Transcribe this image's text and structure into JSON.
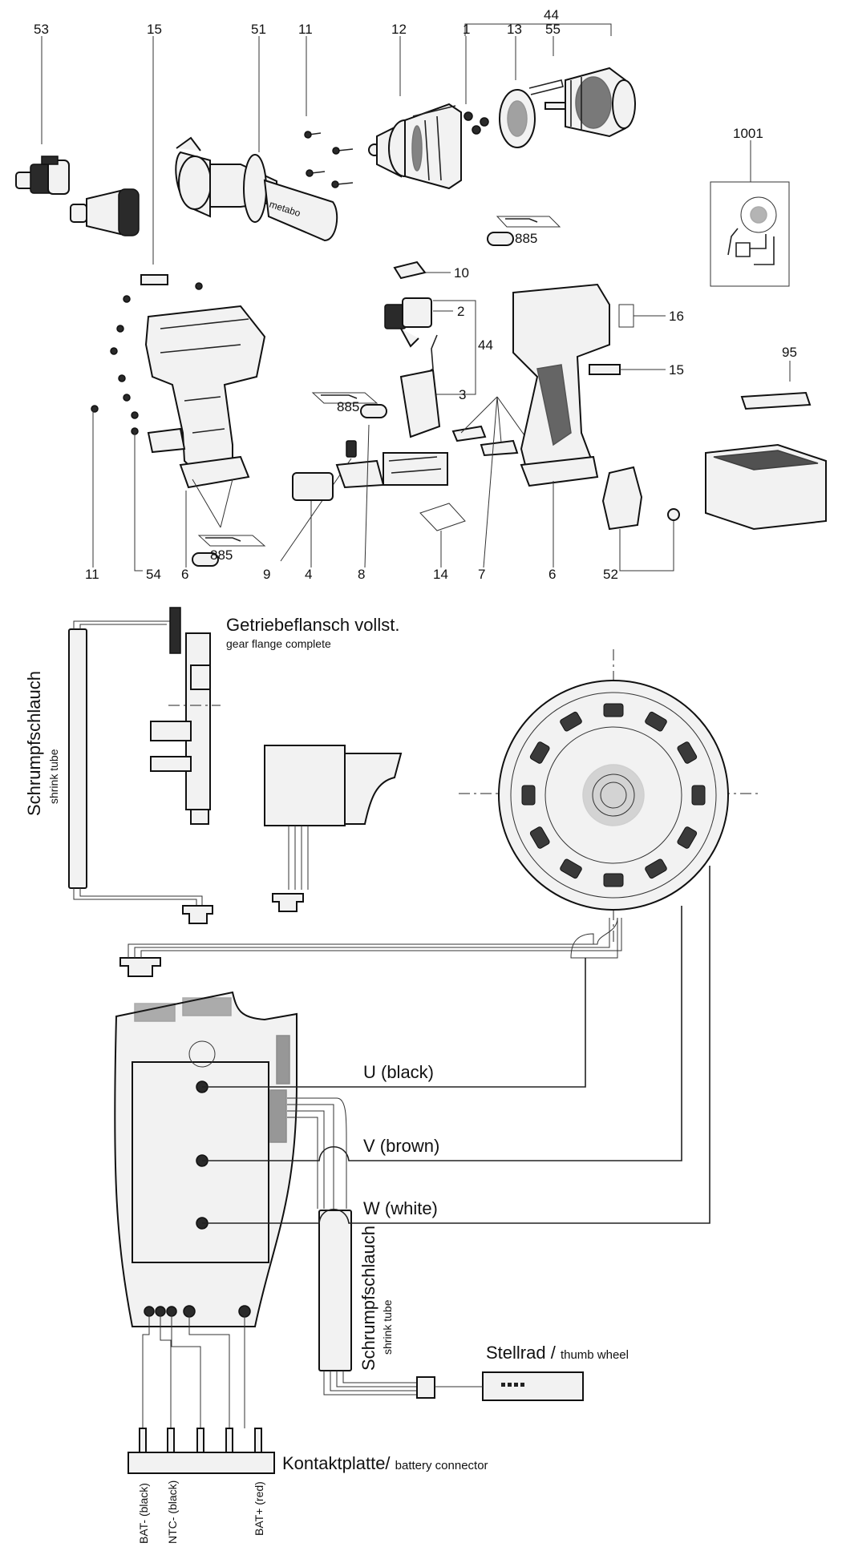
{
  "part_numbers": {
    "n53": "53",
    "n15_top": "15",
    "n51": "51",
    "n11_top": "11",
    "n12": "12",
    "n1": "1",
    "n13": "13",
    "n55": "55",
    "n44_top": "44",
    "n1001": "1001",
    "n885_a": "885",
    "n10": "10",
    "n2": "2",
    "n44_mid": "44",
    "n3": "3",
    "n885_b": "885",
    "n16": "16",
    "n15_right": "15",
    "n95": "95",
    "n885_c": "885",
    "n11_bottom": "11",
    "n54": "54",
    "n6_left": "6",
    "n9": "9",
    "n4": "4",
    "n8": "8",
    "n14": "14",
    "n7": "7",
    "n6_right": "6",
    "n52": "52"
  },
  "wiring": {
    "gear_flange_de": "Getriebeflansch vollst.",
    "gear_flange_en": "gear flange complete",
    "shrink_tube_left_de": "Schrumpfschlauch",
    "shrink_tube_left_en": "shrink tube",
    "phase_u": "U   (black)",
    "phase_v": "V   (brown)",
    "phase_w": "W  (white)",
    "shrink_tube_mid_de": "Schrumpfschlauch",
    "shrink_tube_mid_en": "shrink tube",
    "thumb_wheel_de": "Stellrad / ",
    "thumb_wheel_en": "thumb wheel",
    "battery_connector_de": "Kontaktplatte/ ",
    "battery_connector_en": "battery connector",
    "bat_minus": "BAT- (black)",
    "ntc_minus": "NTC- (black)",
    "bat_plus": "BAT+ (red)"
  },
  "brand": "metabo"
}
